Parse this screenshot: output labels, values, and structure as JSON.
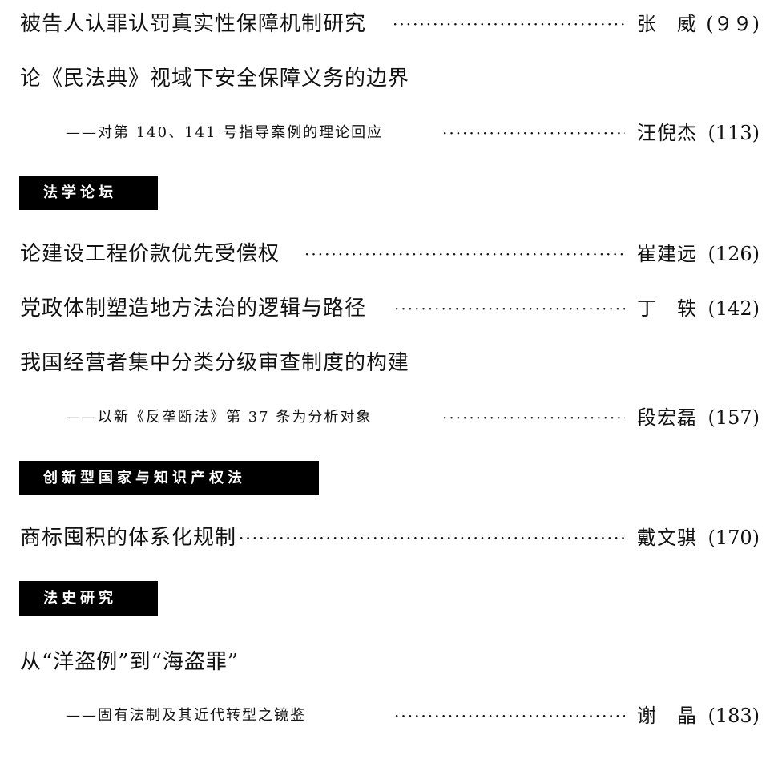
{
  "toc": {
    "entries": [
      {
        "title": "被告人认罪认罚真实性保障机制研究",
        "subtitle": "",
        "author": "张　威",
        "page": "(９９)"
      },
      {
        "title": "论《民法典》视域下安全保障义务的边界",
        "subtitle": "——对第 140、141 号指导案例的理论回应",
        "author": "汪倪杰",
        "page": "(113)"
      },
      {
        "title": "论建设工程价款优先受偿权",
        "subtitle": "",
        "author": "崔建远",
        "page": "(126)"
      },
      {
        "title": "党政体制塑造地方法治的逻辑与路径",
        "subtitle": "",
        "author": "丁　轶",
        "page": "(142)"
      },
      {
        "title": "我国经营者集中分类分级审查制度的构建",
        "subtitle": "——以新《反垄断法》第 37 条为分析对象",
        "author": "段宏磊",
        "page": "(157)"
      },
      {
        "title": "商标囤积的体系化规制",
        "subtitle": "",
        "author": "戴文骐",
        "page": "(170)"
      },
      {
        "title": "从“洋盗例”到“海盗罪”",
        "subtitle": "——固有法制及其近代转型之镜鉴",
        "author": "谢　晶",
        "page": "(183)"
      }
    ],
    "sections": [
      {
        "label": "法学论坛"
      },
      {
        "label": "创新型国家与知识产权法"
      },
      {
        "label": "法史研究"
      }
    ],
    "leader": "··································································"
  }
}
